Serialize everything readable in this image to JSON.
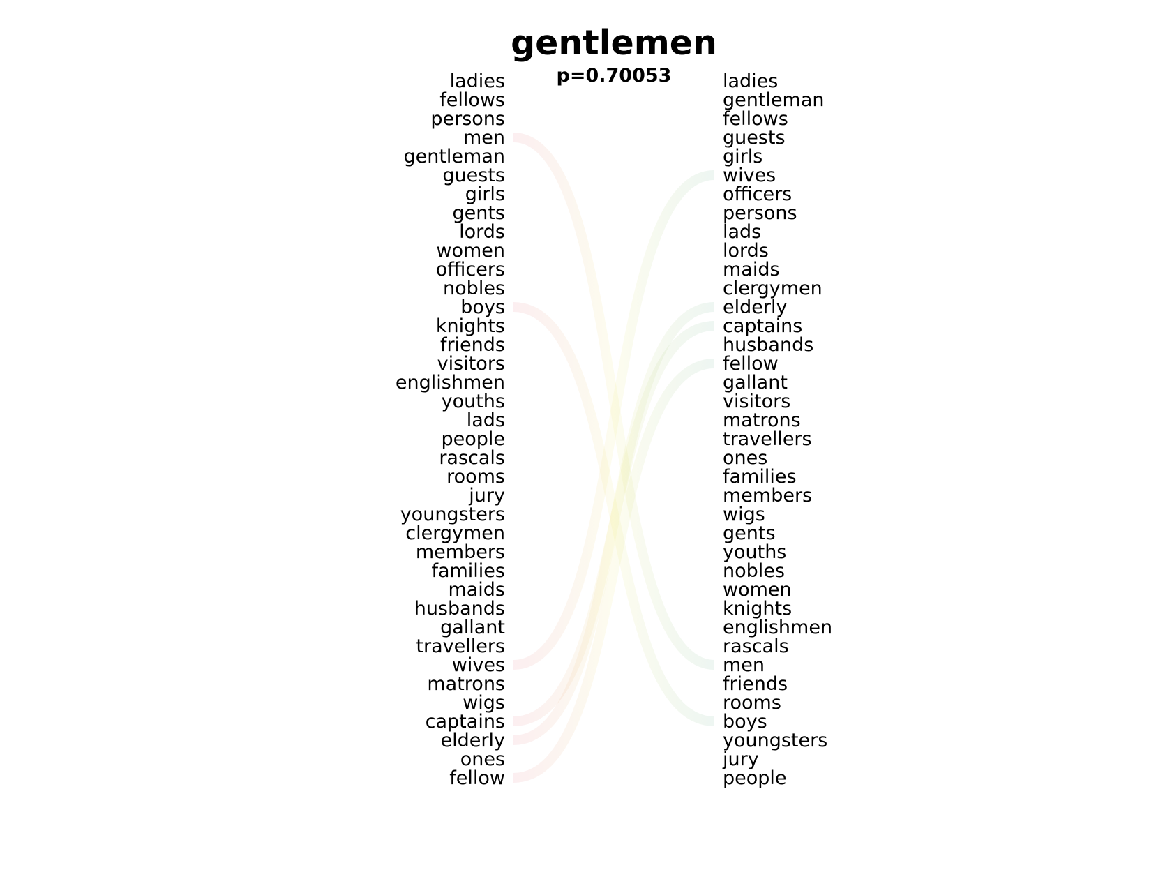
{
  "title": "gentlemen",
  "subtitle": "p=0.70053",
  "left_words": [
    "ladies",
    "fellows",
    "persons",
    "men",
    "gentleman",
    "guests",
    "girls",
    "gents",
    "lords",
    "women",
    "officers",
    "nobles",
    "boys",
    "knights",
    "friends",
    "visitors",
    "englishmen",
    "youths",
    "lads",
    "people",
    "rascals",
    "rooms",
    "jury",
    "youngsters",
    "clergymen",
    "members",
    "families",
    "maids",
    "husbands",
    "gallant",
    "travellers",
    "wives",
    "matrons",
    "wigs",
    "captains",
    "elderly",
    "ones",
    "fellow"
  ],
  "right_words": [
    "ladies",
    "gentleman",
    "fellows",
    "guests",
    "girls",
    "wives",
    "officers",
    "persons",
    "lads",
    "lords",
    "maids",
    "clergymen",
    "elderly",
    "captains",
    "husbands",
    "fellow",
    "gallant",
    "visitors",
    "matrons",
    "travellers",
    "ones",
    "families",
    "members",
    "wigs",
    "gents",
    "youths",
    "nobles",
    "women",
    "knights",
    "englishmen",
    "rascals",
    "men",
    "friends",
    "rooms",
    "boys",
    "youngsters",
    "jury",
    "people"
  ],
  "colors": {
    "rank_down": "#d94860",
    "rank_up": "#3c9a6a",
    "mid": "#e8e04a"
  },
  "connections": [
    {
      "word": "men",
      "left_rank": 3,
      "right_rank": 31
    },
    {
      "word": "boys",
      "left_rank": 12,
      "right_rank": 34
    },
    {
      "word": "wives",
      "left_rank": 31,
      "right_rank": 5
    },
    {
      "word": "captains",
      "left_rank": 34,
      "right_rank": 13
    },
    {
      "word": "elderly",
      "left_rank": 35,
      "right_rank": 12
    },
    {
      "word": "fellow",
      "left_rank": 37,
      "right_rank": 15
    }
  ]
}
